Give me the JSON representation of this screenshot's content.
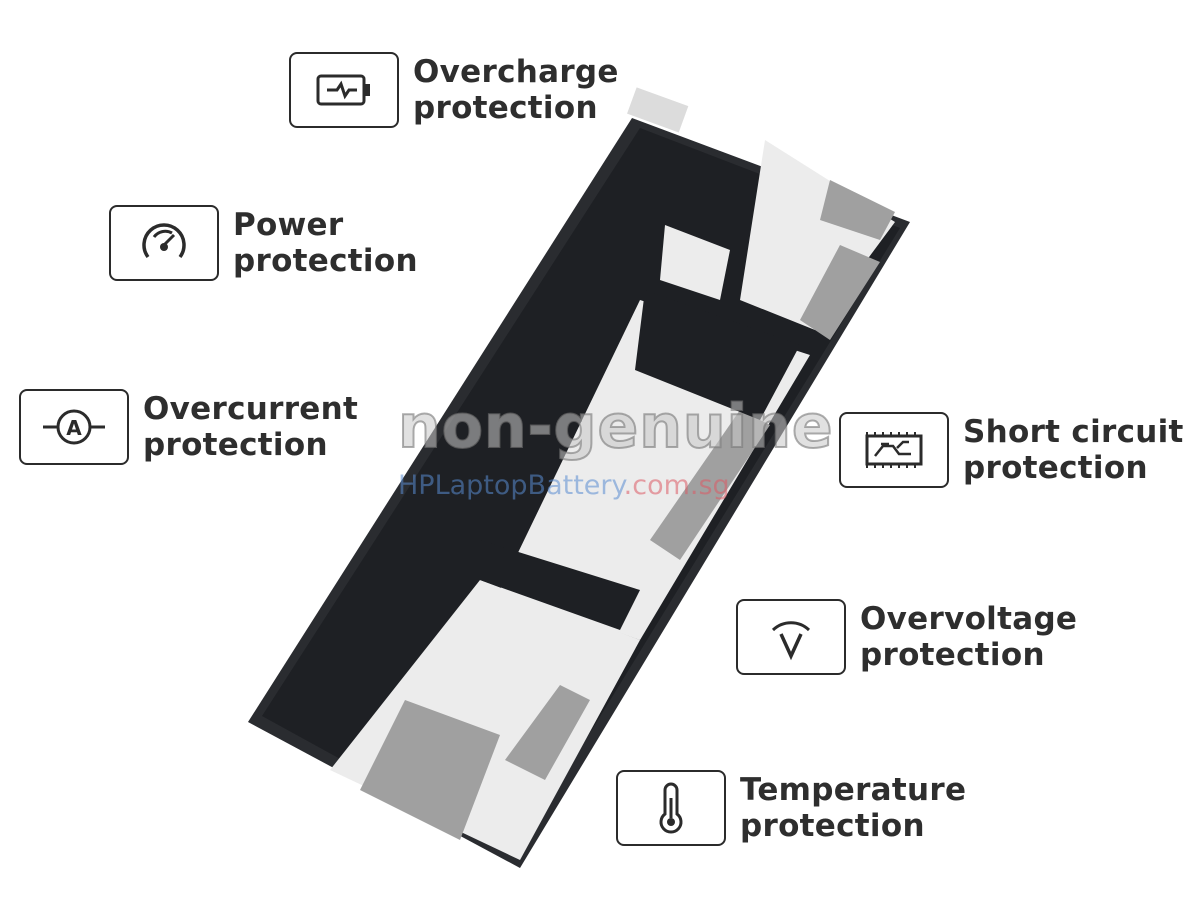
{
  "features": [
    {
      "icon": "battery-charge-icon",
      "line1": "Overcharge",
      "line2": "protection"
    },
    {
      "icon": "gauge-icon",
      "line1": "Power",
      "line2": "protection"
    },
    {
      "icon": "ammeter-icon",
      "line1": "Overcurrent",
      "line2": "protection"
    },
    {
      "icon": "circuit-board-icon",
      "line1": "Short circuit",
      "line2": "protection"
    },
    {
      "icon": "voltage-icon",
      "line1": "Overvoltage",
      "line2": "protection"
    },
    {
      "icon": "thermometer-icon",
      "line1": "Temperature",
      "line2": "protection"
    }
  ],
  "watermark": {
    "main": "non-genuine",
    "site_a": "HPLaptopBattery",
    "site_b": ".com.sg"
  }
}
